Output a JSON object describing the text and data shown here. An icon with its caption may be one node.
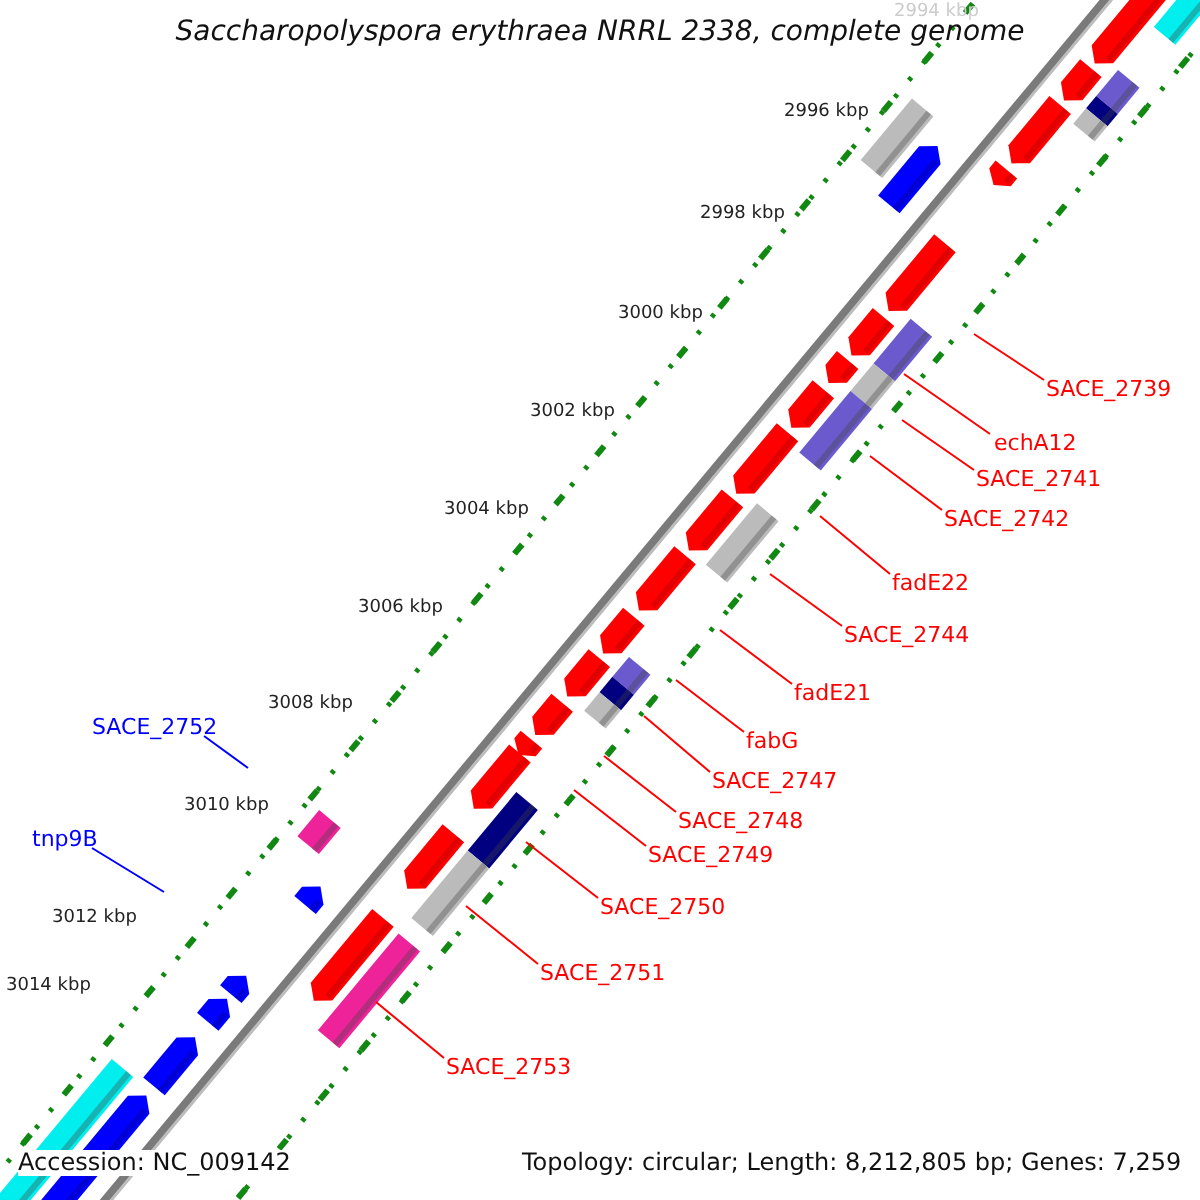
{
  "diagram": {
    "title": "Saccharopolyspora erythraea NRRL 2338, complete genome",
    "nodes": [
      {
        "text": [
          "SACE_2739"
        ]
      },
      {
        "text": [
          "echA12"
        ]
      },
      {
        "text": [
          "SACE_2741"
        ]
      },
      {
        "text": [
          "SACE_2742"
        ]
      },
      {
        "text": [
          "fadE22"
        ]
      },
      {
        "text": [
          "SACE_2744"
        ]
      },
      {
        "text": [
          "fadE21"
        ]
      },
      {
        "text": [
          "SACE_2752"
        ]
      },
      {
        "text": [
          "fabG"
        ]
      },
      {
        "text": [
          "SACE_2747"
        ]
      },
      {
        "text": [
          "SACE_2748"
        ]
      },
      {
        "text": [
          "tnp9B"
        ]
      },
      {
        "text": [
          "SACE_2749"
        ]
      },
      {
        "text": [
          "SACE_2750"
        ]
      },
      {
        "text": [
          "SACE_2751"
        ]
      },
      {
        "text": [
          "SACE_2753"
        ]
      }
    ],
    "edges": [
      {
        "from": 0,
        "to": null,
        "arrow": "none"
      },
      {
        "from": 1,
        "to": null,
        "arrow": "none"
      },
      {
        "from": 2,
        "to": null,
        "arrow": "none"
      },
      {
        "from": 3,
        "to": null,
        "arrow": "none"
      },
      {
        "from": 4,
        "to": null,
        "arrow": "none"
      },
      {
        "from": 5,
        "to": null,
        "arrow": "none"
      },
      {
        "from": 6,
        "to": null,
        "arrow": "none"
      },
      {
        "from": 7,
        "to": null,
        "arrow": "none",
        "color": "#0000ff"
      },
      {
        "from": 8,
        "to": null,
        "arrow": "none"
      },
      {
        "from": 9,
        "to": null,
        "arrow": "none"
      },
      {
        "from": 10,
        "to": null,
        "arrow": "none"
      },
      {
        "from": 11,
        "to": null,
        "arrow": "none",
        "color": "#0000ff"
      },
      {
        "from": 12,
        "to": null,
        "arrow": "none"
      },
      {
        "from": 13,
        "to": null,
        "arrow": "none"
      },
      {
        "from": 14,
        "to": null,
        "arrow": "none"
      },
      {
        "from": 15,
        "to": null,
        "arrow": "none"
      }
    ],
    "labels": [
      "2994 kbp",
      "2996 kbp",
      "2998 kbp",
      "3000 kbp",
      "3002 kbp",
      "3004 kbp",
      "3006 kbp",
      "3008 kbp",
      "3010 kbp",
      "3012 kbp",
      "3014 kbp",
      "Accession: NC_009142",
      "Topology: circular; Length: 8,212,805 bp; Genes: 7,259"
    ]
  }
}
